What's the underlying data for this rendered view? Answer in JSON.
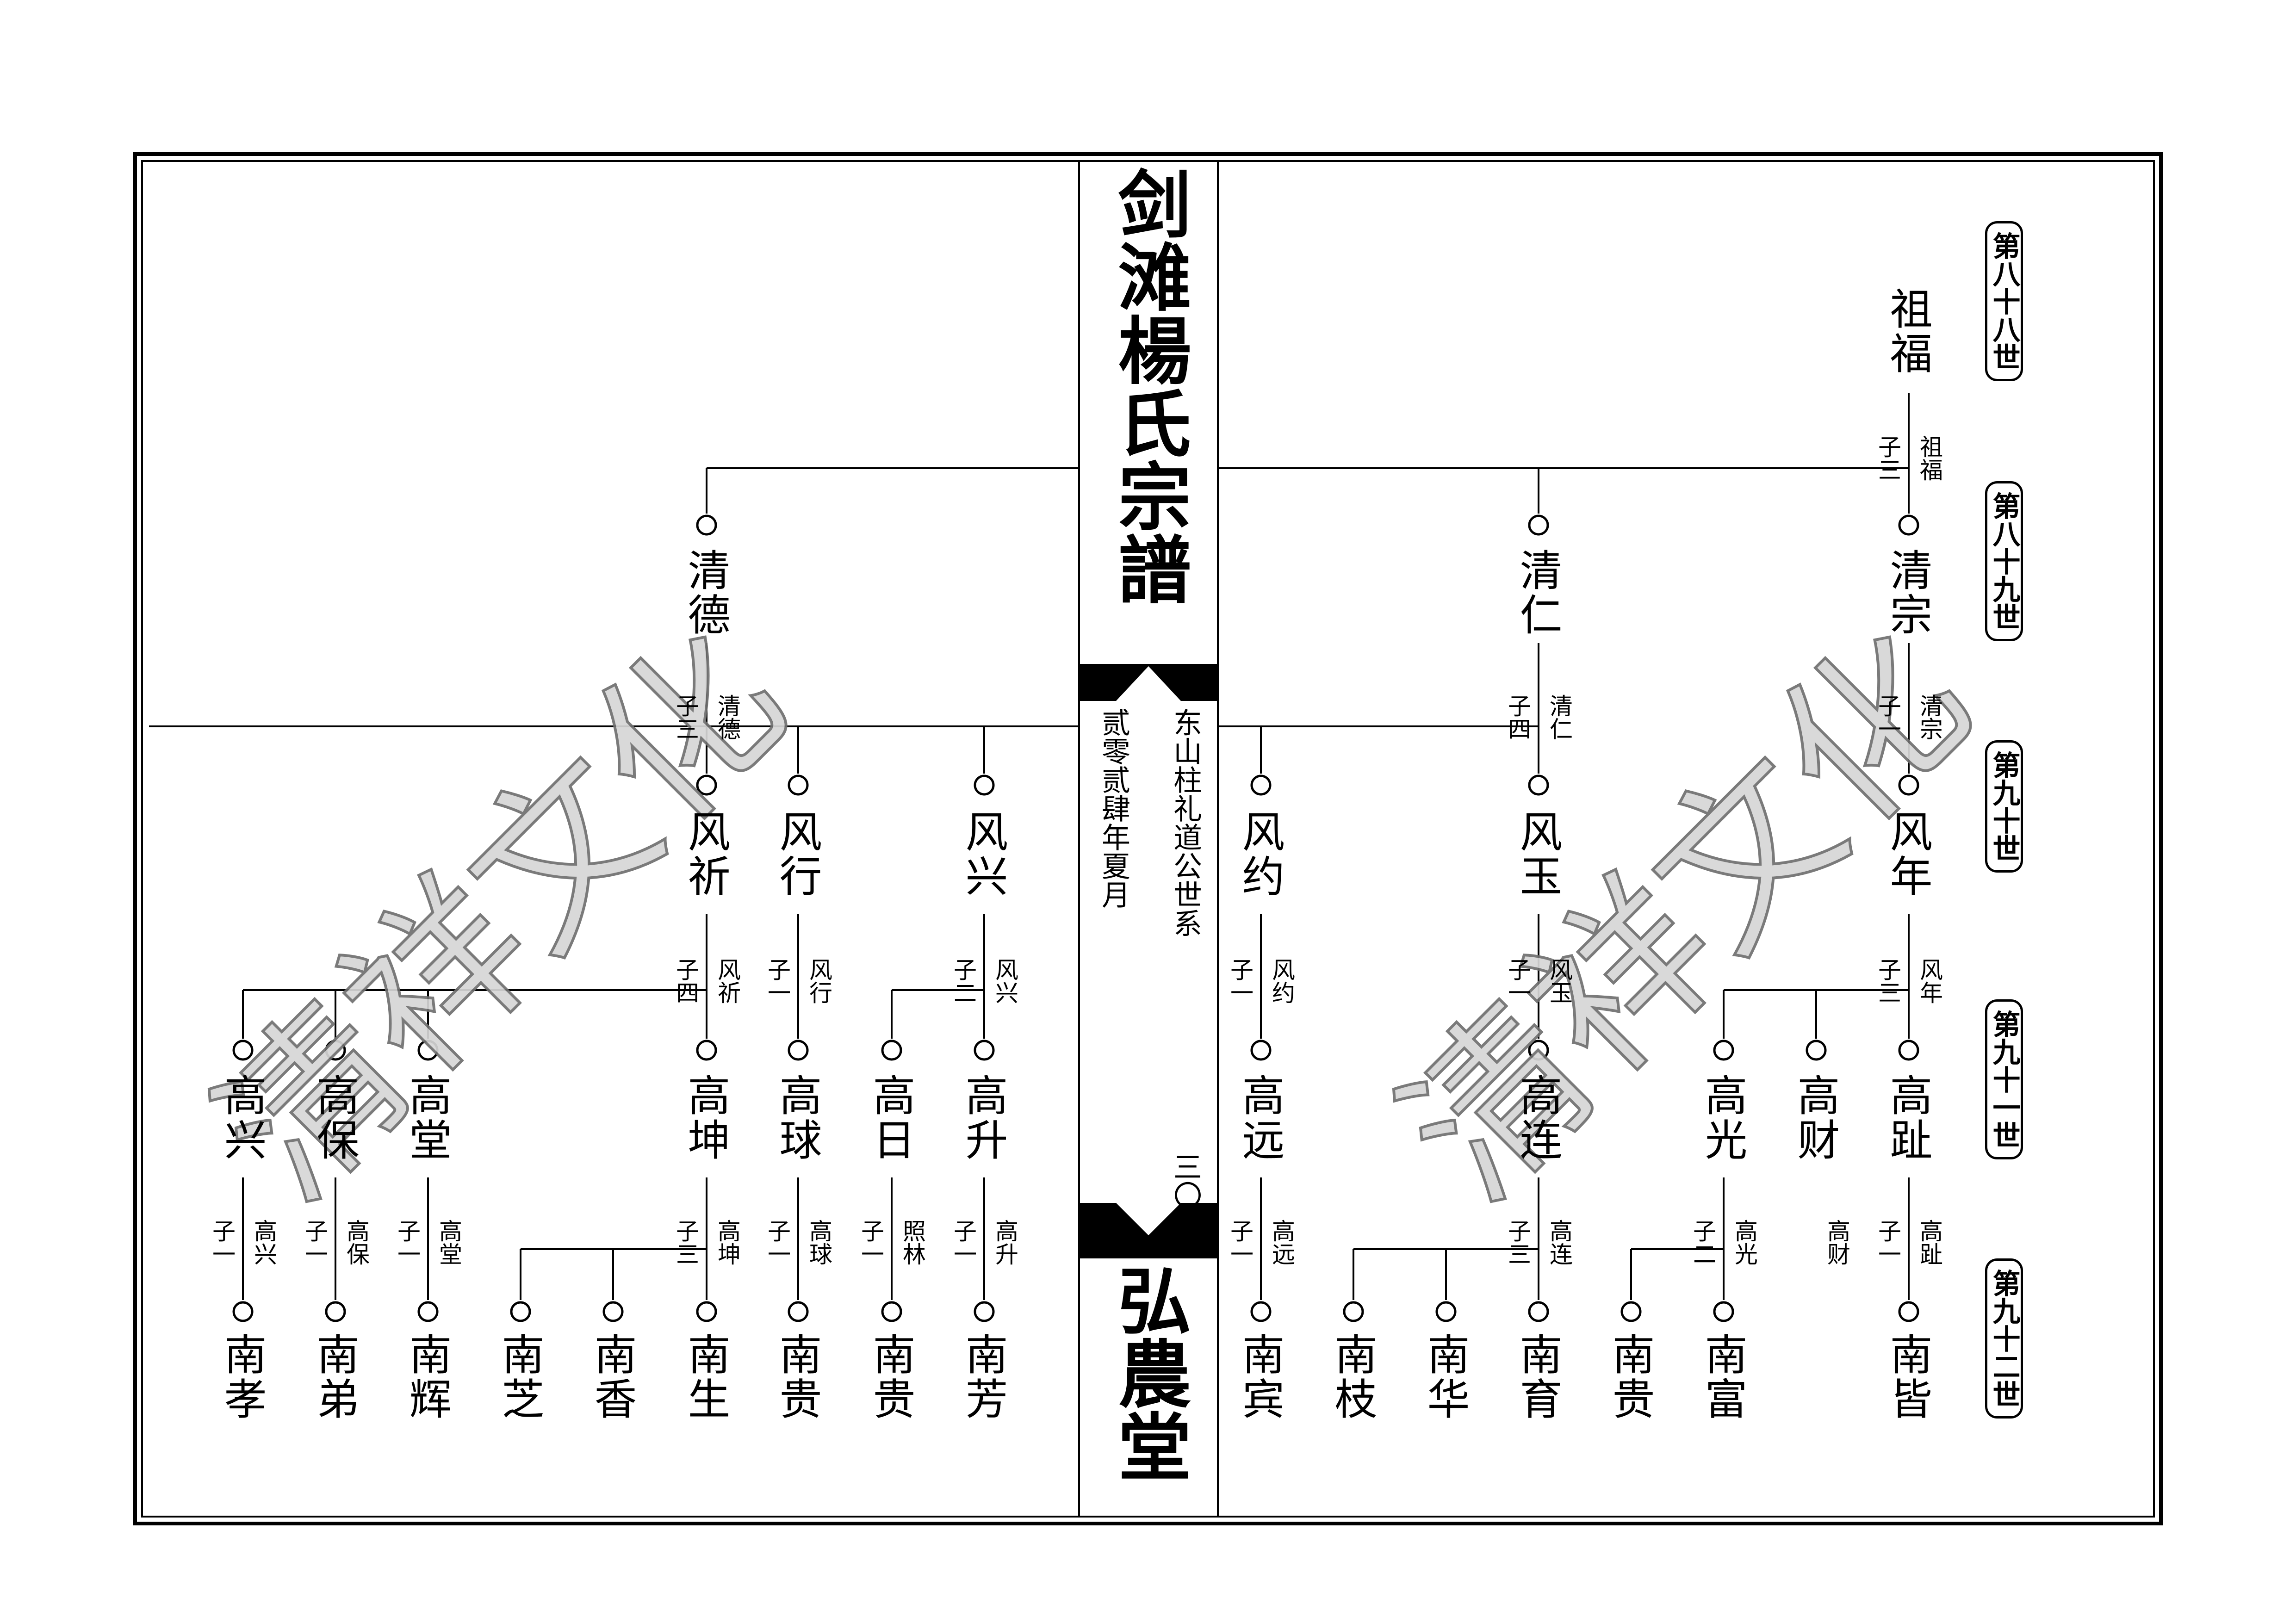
{
  "title": "剑滩楊氏宗譜",
  "hall": "弘農堂",
  "center_lines": [
    "东山柱礼道公世系",
    "贰零贰肆年夏月"
  ],
  "page_number": "三〇",
  "watermark": "清祥文化",
  "generations": [
    "第八十八世",
    "第八十九世",
    "第九十世",
    "第九十一世",
    "第九十二世"
  ],
  "names": {
    "zufu": "祖福",
    "qingzong": "清宗",
    "qingren": "清仁",
    "qingde": "清德",
    "fengnian": "风年",
    "fengyu": "风玉",
    "fengyue": "风约",
    "fengxing_a": "风兴",
    "fengxing_b": "风行",
    "fengqi": "风祈",
    "gaozhi": "高趾",
    "gaocai": "高财",
    "gaoguang": "高光",
    "gaolian": "高连",
    "gaoyuan": "高远",
    "gaosheng": "高升",
    "gaori": "高日",
    "gaoqiu": "高球",
    "gaokun": "高坤",
    "gaotang": "高堂",
    "gaobao": "高保",
    "gaoxing": "高兴",
    "nanjie": "南皆",
    "nanfu": "南富",
    "nangui_a": "南贵",
    "nanyu": "南育",
    "nanhua": "南华",
    "nanzhi_a": "南枝",
    "nanbin": "南宾",
    "nanfang": "南芳",
    "nangui_b": "南贵",
    "nangui_c": "南贵",
    "nansheng": "南生",
    "nanxiang": "南香",
    "nanzhi_b": "南芝",
    "nanhui": "南辉",
    "nandi": "南弟",
    "nanxiao": "南孝"
  },
  "notes": {
    "zufu_fa": "祖福",
    "zufu_zi": "子三",
    "qingzong_fa": "清宗",
    "qingzong_zi": "子一",
    "qingren_fa": "清仁",
    "qingren_zi": "子四",
    "qingde_fa": "清德",
    "qingde_zi": "子三",
    "fengnian_fa": "风年",
    "fengnian_zi": "子三",
    "fengyu_fa": "风玉",
    "fengyu_zi": "子一",
    "fengyue_fa": "风约",
    "fengyue_zi": "子一",
    "fengxinga_fa": "风兴",
    "fengxinga_zi": "子二",
    "fengxingb_fa": "风行",
    "fengxingb_zi": "子一",
    "fengqi_fa": "风祈",
    "fengqi_zi": "子四",
    "gaozhi_fa": "高趾",
    "gaozhi_zi": "子一",
    "gaocai_fa": "高财",
    "gaoguang_fa": "高光",
    "gaoguang_zi": "子二",
    "gaolian_fa": "高连",
    "gaolian_zi": "子三",
    "gaoyuan_fa": "高远",
    "gaoyuan_zi": "子一",
    "gaosheng_fa": "高升",
    "gaosheng_zi": "子一",
    "gaori_fa": "照林",
    "gaori_zi": "子一",
    "gaoqiu_fa": "高球",
    "gaoqiu_zi": "子一",
    "gaokun_fa": "高坤",
    "gaokun_zi": "子三",
    "gaotang_fa": "高堂",
    "gaotang_zi": "子一",
    "gaobao_fa": "高保",
    "gaobao_zi": "子一",
    "gaoxing_fa": "高兴",
    "gaoxing_zi": "子一"
  }
}
